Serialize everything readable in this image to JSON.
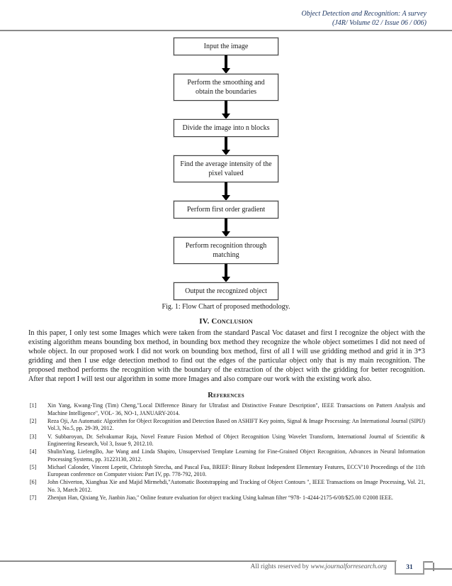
{
  "header": {
    "line1": "Object Detection and Recognition: A survey",
    "line2": "(J4R/ Volume 02 / Issue 06 / 006)"
  },
  "flowchart": {
    "boxes": [
      "Input the image",
      "Perform the smoothing and obtain the boundaries",
      "Divide the image into n blocks",
      "Find the average intensity of the pixel valued",
      "Perform first order gradient",
      "Perform recognition through matching",
      "Output the recognized object"
    ],
    "caption": "Fig. 1: Flow Chart of proposed methodology."
  },
  "conclusion": {
    "heading_number": "IV.",
    "heading_word": "Conclusion",
    "body": "In this paper, I only test some Images which were taken from the standard Pascal Voc dataset and first I recognize the object with the existing algorithm means bounding box method, in bounding box method they recognize the whole object sometimes I did not need of whole object. In our proposed work I did not work on bounding box method, first of all I will use gridding method and grid it in 3*3 gridding and then I use edge detection method to find out the edges of the particular object only that is my main recognition. The proposed method performs the recognition with the boundary of the extraction of the object with the gridding for better recognition. After that report I will test our algorithm in some more Images and also compare our work with the existing work also."
  },
  "references": {
    "heading_word": "References",
    "items": [
      {
        "num": "[1]",
        "text": "Xin Yang, Kwang-Ting (Tim) Cheng,\"Local Difference Binary for Ultrafast and Distinctive Feature Description\", IEEE Transactions on Pattern Analysis and Machine Intelligence\", VOL- 36, NO-1, JANUARY-2014."
      },
      {
        "num": "[2]",
        "text": "Reza Oji, An Automatic Algorithm for Object Recognition and Detection Based on ASHIFT Key points, Signal & Image Processing:  An International Journal (SIPIJ) Vol.3, No.5, pp. 29-39, 2012."
      },
      {
        "num": "[3]",
        "text": "V. Subbaroyan, Dr. Selvakumar Raja, Novel Feature Fusion Method of Object Recognition Using Wavelet Transform, International Journal of Scientific & Engineering Research, Vol 3, Issue 9, 2012.10."
      },
      {
        "num": "[4]",
        "text": "ShulinYang, LiefengBo, Jue Wang and Linda Shapiro, Unsupervised Template Learning for Fine-Grained Object Recognition, Advances in Neural Information Processing Systems, pp. 31223130, 2012."
      },
      {
        "num": "[5]",
        "text": "Michael Calonder, Vincent Lepetit, Christoph Strecha, and Pascal Fua, BRIEF: Binary Robust Independent Elementary Features, ECCV'10 Proceedings of the 11th European conference on Computer vision: Part IV, pp. 778-792, 2010."
      },
      {
        "num": "[6]",
        "text": "John Chiverton, Xianghua Xie and Majid Mirmehdi,\"Automatic Bootstrapping and Tracking of Object Contours \", IEEE Transactions on Image Processing, Vol. 21,  No. 3, March 2012."
      },
      {
        "num": "[7]",
        "text": "Zhenjun Han, Qixiang Ye, Jianbin Jiao,\" Online feature evaluation for object tracking Using kalman filter “978- 1-4244-2175-6/08/$25.00 ©2008 IEEE."
      }
    ]
  },
  "footer": {
    "rights_text": "All rights reserved by ",
    "site": "www.journalforresearch.org",
    "page_number": "31"
  },
  "colors": {
    "accent_navy": "#1F3864",
    "rule_gray": "#8a8a8a",
    "footer_gray": "#595959"
  }
}
